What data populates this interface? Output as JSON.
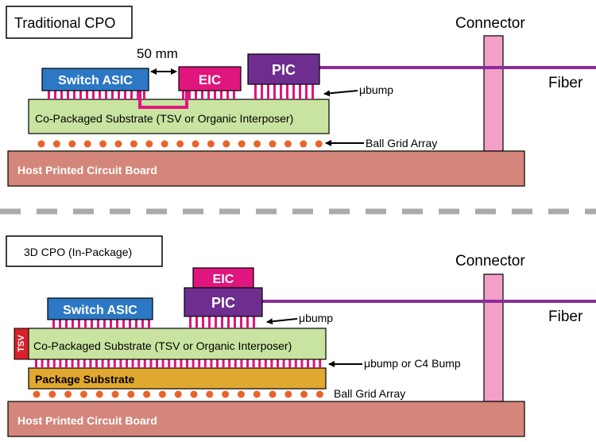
{
  "colors": {
    "board": "#d4867a",
    "substrate": "#c8e4a0",
    "package_substrate": "#e0a82e",
    "switch_asic": "#2d78c4",
    "eic": "#e0157e",
    "pic": "#6e2e90",
    "fiber": "#8a2c9a",
    "connector": "#f2a0c8",
    "ball": "#e8642a",
    "tsv": "#d8202a",
    "trace": "#e0157e",
    "separator": "#aaaaaa"
  },
  "top": {
    "title": "Traditional CPO",
    "dimension": "50 mm",
    "switch_asic": "Switch ASIC",
    "eic": "EIC",
    "pic": "PIC",
    "substrate": "Co-Packaged Substrate (TSV or Organic Interposer)",
    "board": "Host Printed Circuit Board",
    "connector": "Connector",
    "fiber": "Fiber",
    "ubump": "μbump",
    "bga": "Ball Grid Array"
  },
  "bottom": {
    "title": "3D CPO (In-Package)",
    "switch_asic": "Switch ASIC",
    "eic": "EIC",
    "pic": "PIC",
    "tsv": "TSV",
    "substrate": "Co-Packaged Substrate (TSV or Organic Interposer)",
    "package_substrate": "Package Substrate",
    "board": "Host Printed Circuit Board",
    "connector": "Connector",
    "fiber": "Fiber",
    "ubump": "μbump",
    "c4": "μbump or C4 Bump",
    "bga": "Ball Grid Array"
  }
}
